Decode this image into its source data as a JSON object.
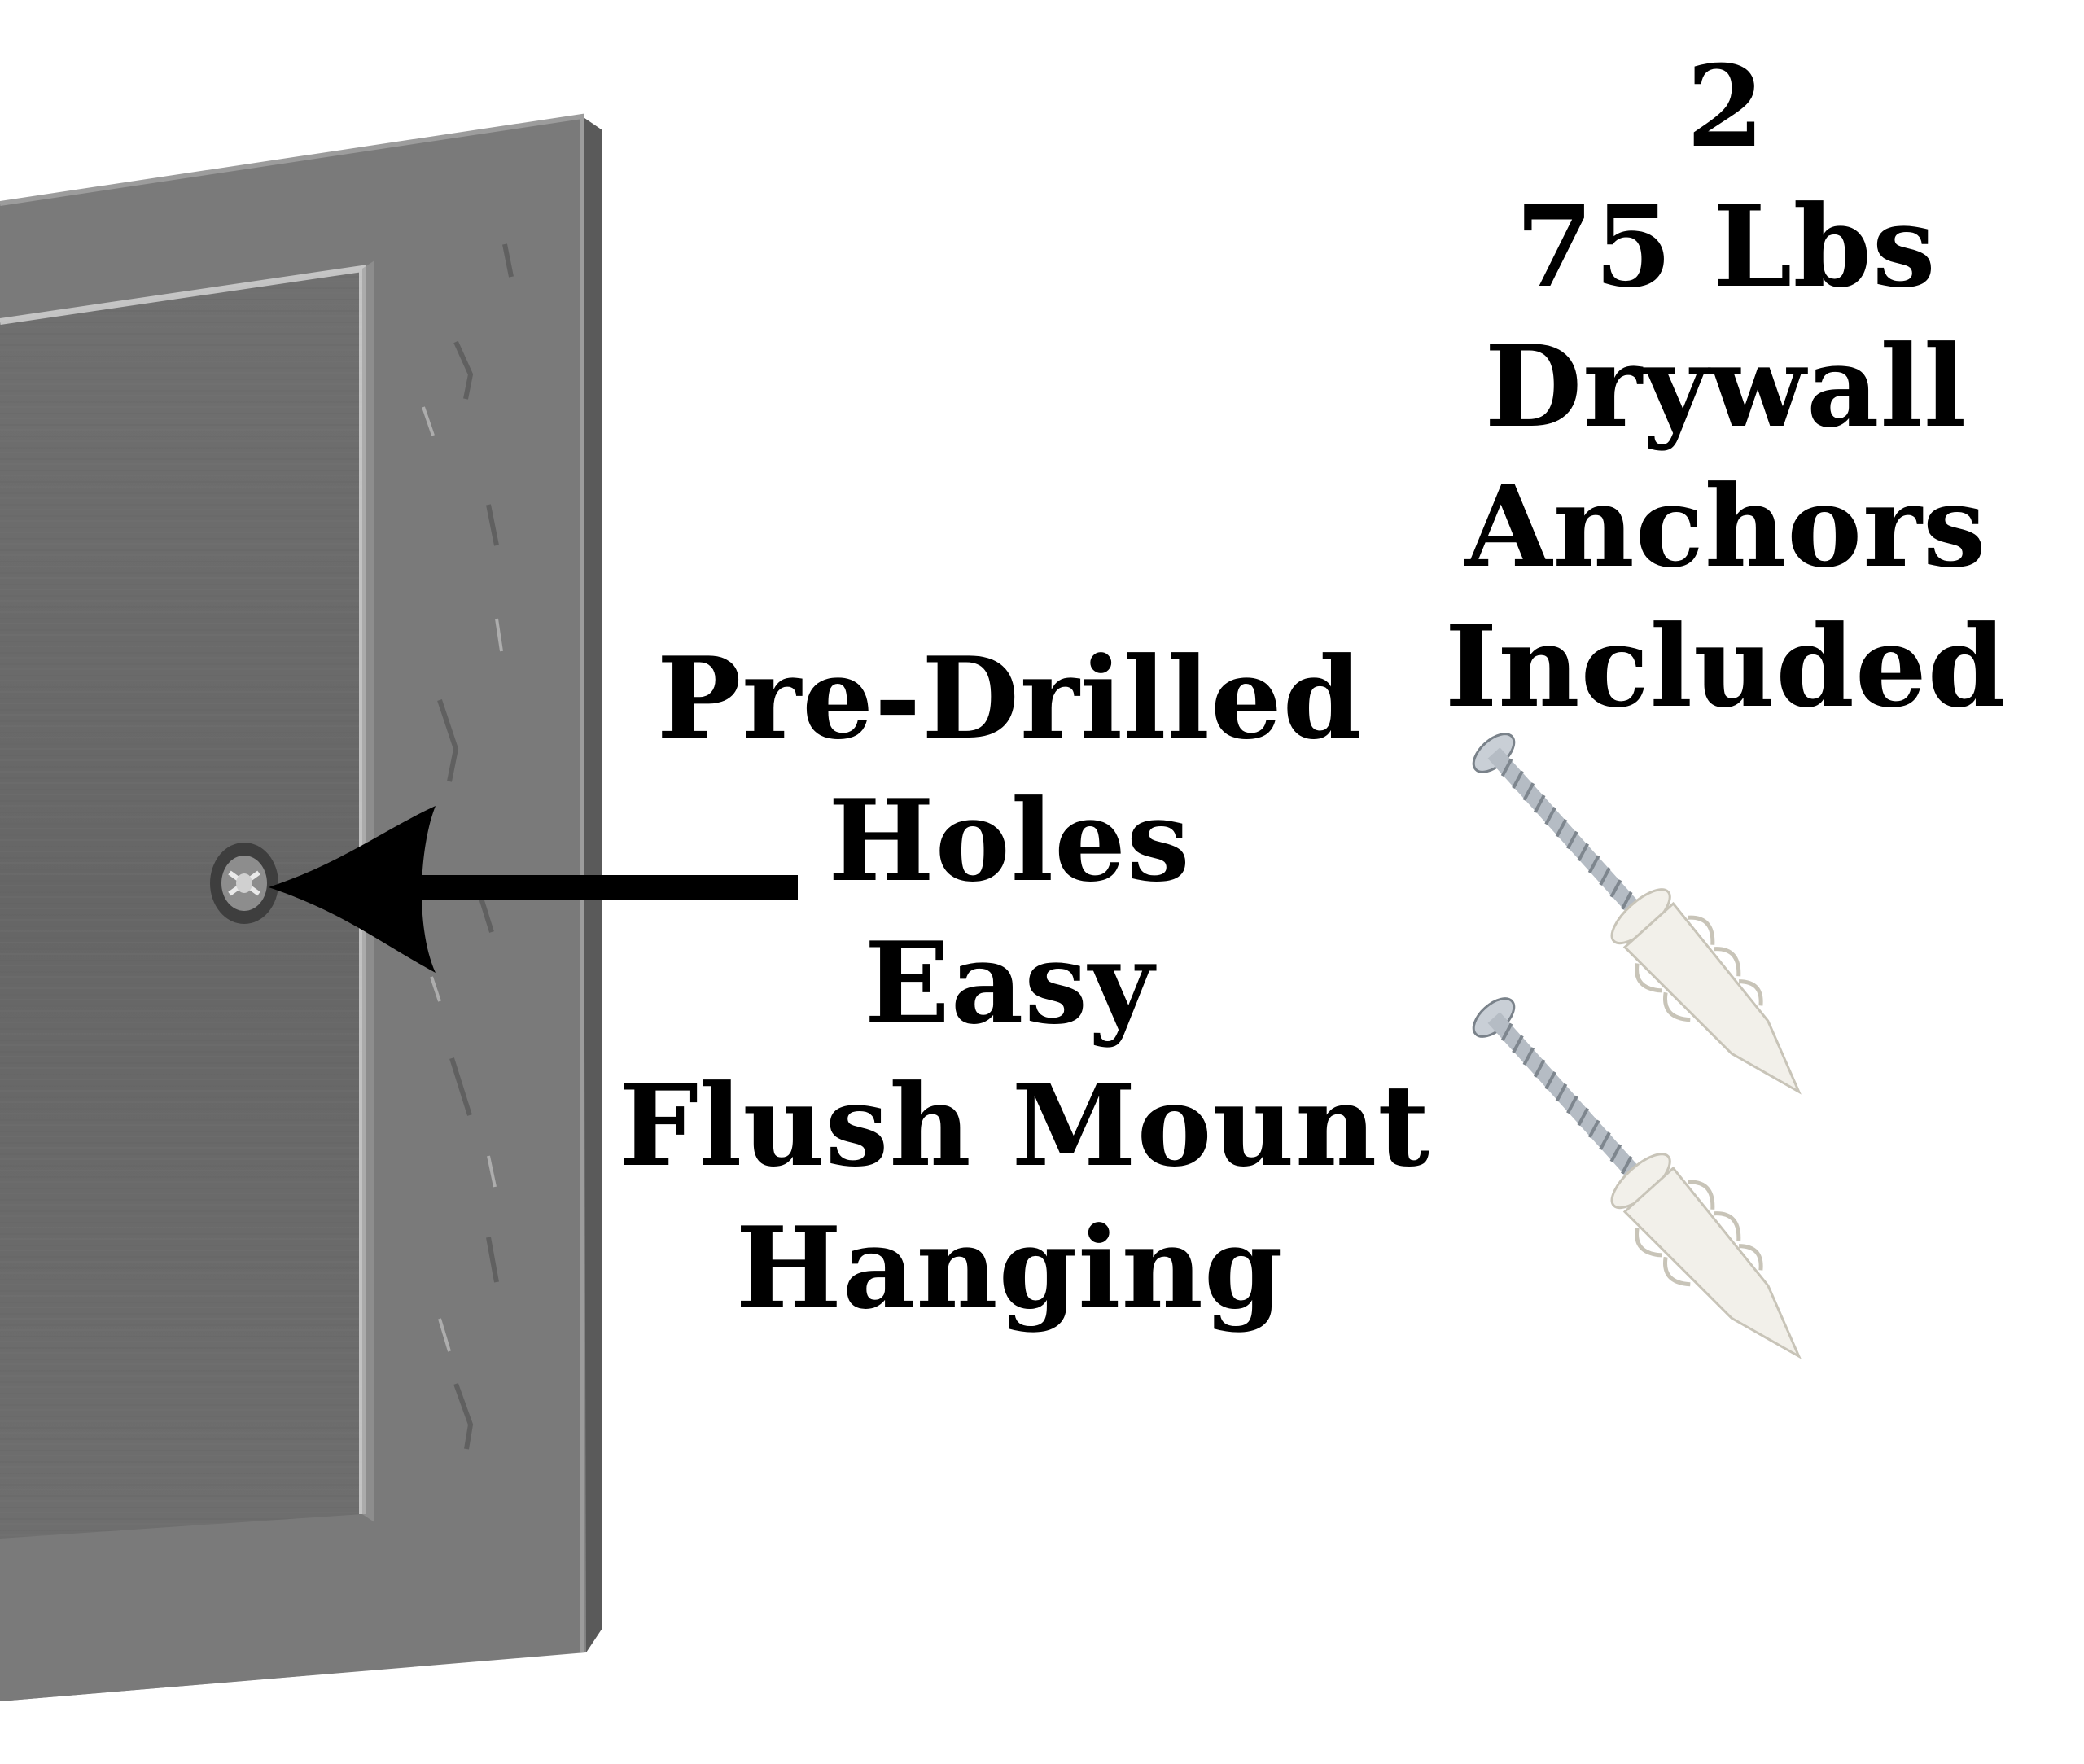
{
  "callout_left": {
    "lines": [
      "Pre-Drilled",
      "Holes",
      "Easy",
      "Flush Mount",
      "Hanging"
    ]
  },
  "callout_right": {
    "lines": [
      "2",
      "75 Lbs",
      "Drywall",
      "Anchors",
      "Included"
    ]
  },
  "colors": {
    "background": "#ffffff",
    "text": "#000000",
    "plaque_gray": "#6b6b6b",
    "plaque_edge": "#8a8a8a",
    "arrow": "#000000",
    "anchor_plastic": "#f2f0ea",
    "screw_metal": "#b5bcc4"
  },
  "icons": {
    "arrow": "arrow-left-icon",
    "hole": "screw-hole-icon",
    "anchor": "drywall-anchor-icon"
  }
}
